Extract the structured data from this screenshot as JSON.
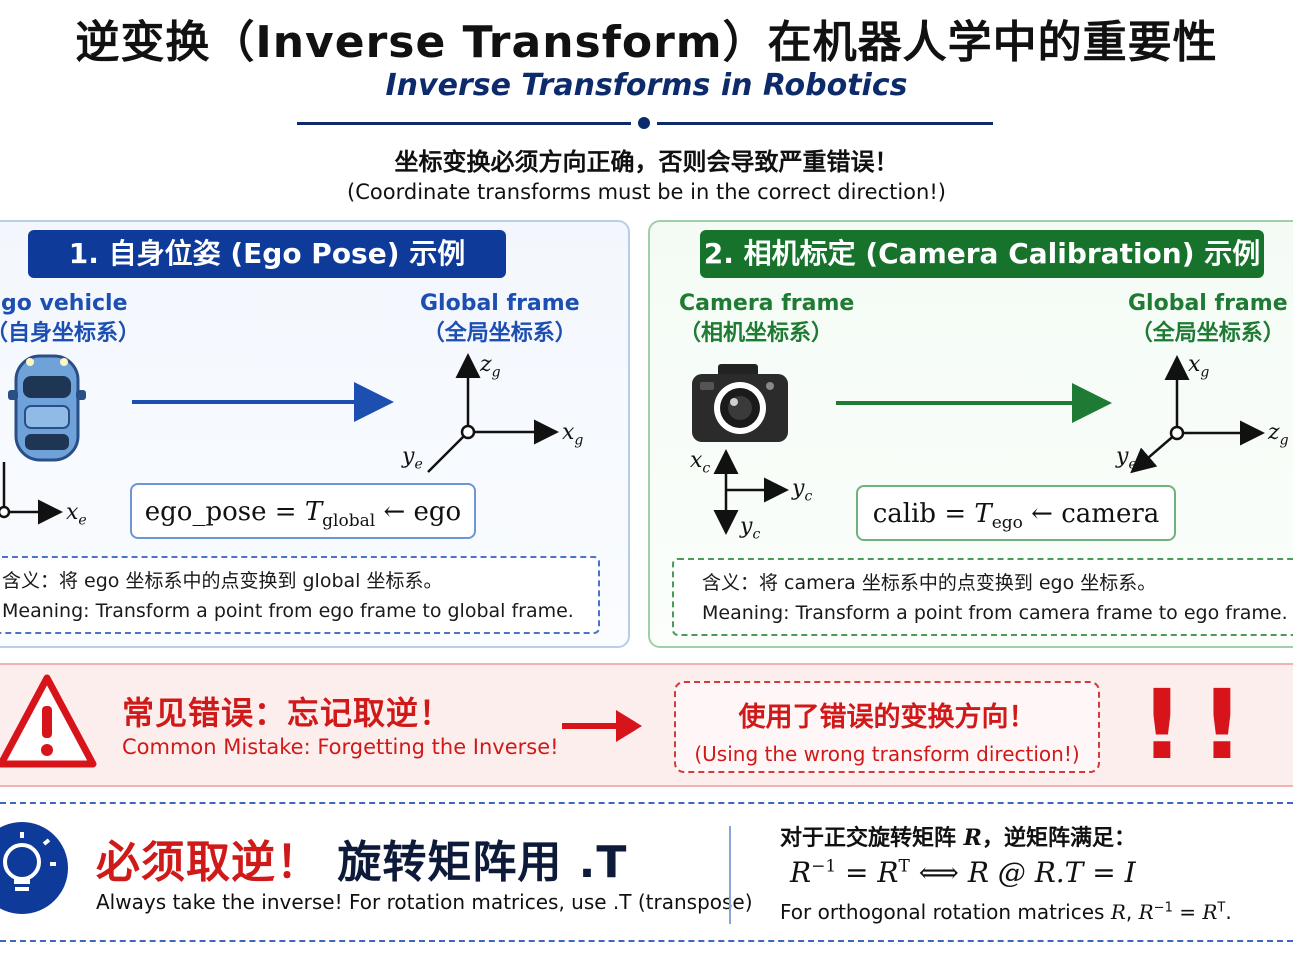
{
  "header": {
    "title_zh": "逆变换（Inverse Transform）在机器人学中的重要性",
    "title_en": "Inverse Transforms in Robotics",
    "warning_zh": "坐标变换必须方向正确，否则会导致严重错误！",
    "warning_en": "(Coordinate transforms must be in the correct direction!)"
  },
  "ego_panel": {
    "banner": "1. 自身位姿 (Ego Pose) 示例",
    "left_frame_en": "Ego vehicle",
    "left_frame_zh": "（自身坐标系）",
    "right_frame_en": "Global frame",
    "right_frame_zh": "（全局坐标系）",
    "axes": {
      "zg": "z",
      "zg_sub": "g",
      "xg": "x",
      "xg_sub": "g",
      "ye": "y",
      "ye_sub": "e",
      "xe": "x",
      "xe_sub": "e"
    },
    "formula": {
      "lhs": "ego_pose",
      "eq": "=",
      "T": "T",
      "T_sub": "global",
      "arrow": "←",
      "rhs": "ego"
    },
    "meaning_zh": "含义：将 ego 坐标系中的点变换到 global 坐标系。",
    "meaning_en": "Meaning: Transform a point from ego frame to global frame."
  },
  "cam_panel": {
    "banner": "2. 相机标定 (Camera Calibration) 示例",
    "left_frame_en": "Camera frame",
    "left_frame_zh": "（相机坐标系）",
    "right_frame_en": "Global frame",
    "right_frame_zh": "（全局坐标系）",
    "axes": {
      "xg": "x",
      "xg_sub": "g",
      "zg": "z",
      "zg_sub": "g",
      "ye": "y",
      "ye_sub": "e",
      "xc": "x",
      "xc_sub": "c",
      "yc1": "y",
      "yc1_sub": "c",
      "yc2": "y",
      "yc2_sub": "c"
    },
    "formula": {
      "lhs": "calib",
      "eq": "=",
      "T": "T",
      "T_sub": "ego",
      "arrow": "←",
      "rhs": "camera"
    },
    "meaning_zh": "含义：将 camera 坐标系中的点变换到 ego 坐标系。",
    "meaning_en": "Meaning: Transform a point from camera frame to ego frame."
  },
  "mistake": {
    "title_zh": "常见错误：忘记取逆！",
    "title_en": "Common Mistake: Forgetting the Inverse!",
    "box_zh": "使用了错误的变换方向！",
    "box_en": "(Using the wrong transform direction!)",
    "excl": "!"
  },
  "tip": {
    "title_red": "必须取逆！",
    "title_dark": "旋转矩阵用 .T",
    "subtitle": "Always take the inverse! For rotation matrices, use .T (transpose)",
    "ortho_zh_a": "对于正交旋转矩阵 ",
    "ortho_zh_R": "R",
    "ortho_zh_b": "，逆矩阵满足：",
    "eq_R": "R",
    "eq_inv": "−1",
    "eq_equals": " = ",
    "eq_T": "T",
    "eq_iff": " ⟺ ",
    "eq_rhs": "R @ R.T = I",
    "en_a": "For orthogonal rotation matrices ",
    "en_R": "R",
    "en_b": ", ",
    "en_R2": "R",
    "en_inv": "−1",
    "en_eq": " = ",
    "en_R3": "R",
    "en_T": "T",
    "en_dot": "."
  },
  "colors": {
    "blue": "#0e3a9a",
    "green": "#17732c",
    "red": "#d01919"
  }
}
